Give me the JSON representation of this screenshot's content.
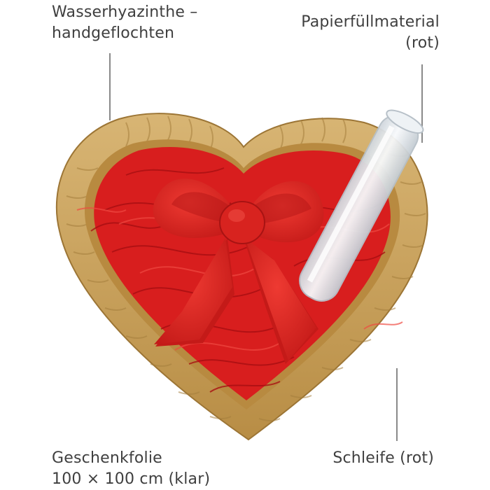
{
  "labels": {
    "top_left": [
      "Wasserhyazinthe –",
      "handgeflochten"
    ],
    "top_right": [
      "Papierfüllmaterial",
      "(rot)"
    ],
    "bottom_left": [
      "Geschenkfolie",
      "100 × 100 cm (klar)"
    ],
    "bottom_right": [
      "Schleife (rot)"
    ]
  },
  "colors": {
    "basket": "#c9a35f",
    "basket_dark": "#a57f3d",
    "shred": "#d81e1e",
    "bow": "#e0241f",
    "bow_dark": "#b31616",
    "foil": "#e9eef2"
  }
}
